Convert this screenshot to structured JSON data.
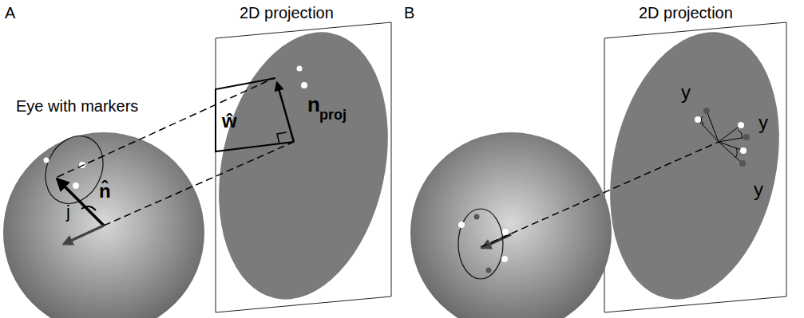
{
  "diagram": {
    "labels": [
      "A",
      "2D projection",
      "Eye with markers",
      "ŵ",
      "n",
      "proj",
      "n̂",
      "j",
      "B",
      "2D projection",
      "y",
      "y",
      "y"
    ]
  }
}
